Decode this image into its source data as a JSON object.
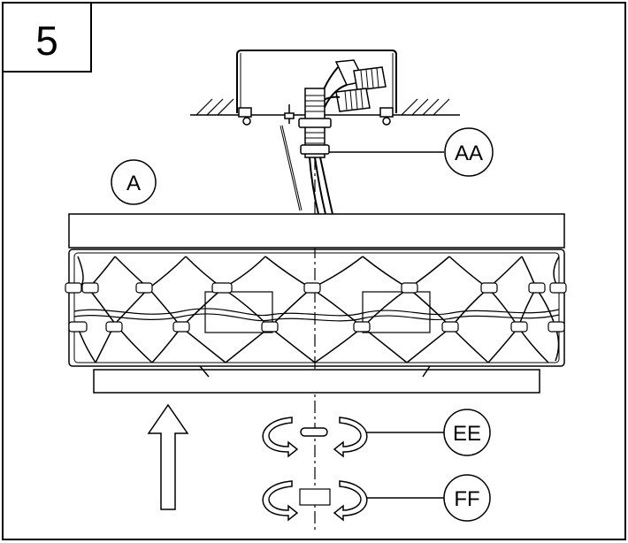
{
  "step": {
    "number": "5"
  },
  "callouts": {
    "a": "A",
    "aa": "AA",
    "ee": "EE",
    "ff": "FF"
  },
  "colors": {
    "stroke": "#000000",
    "background": "#ffffff"
  },
  "icons": [
    "up-arrow-icon",
    "rotate-left-icon",
    "rotate-right-icon"
  ]
}
